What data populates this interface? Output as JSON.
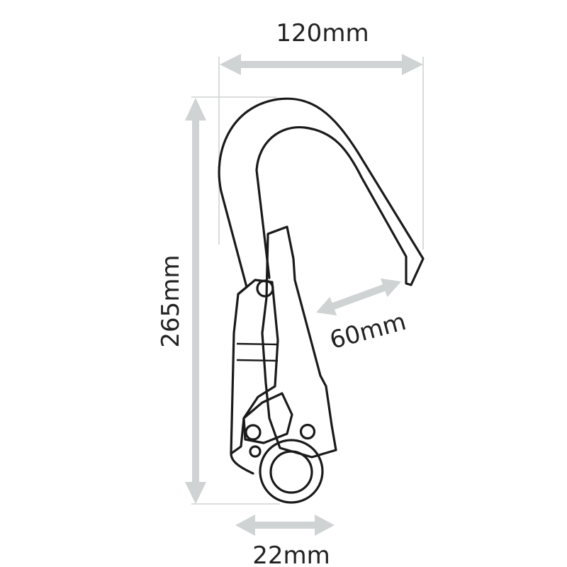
{
  "diagram": {
    "dimensions": {
      "width": "120mm",
      "length": "265mm",
      "gate_opening": "60mm",
      "eye_size": "22mm"
    },
    "colors": {
      "dimension_arrow": "#cfd3d3",
      "outline": "#1a1a1a",
      "background": "#ffffff"
    }
  }
}
